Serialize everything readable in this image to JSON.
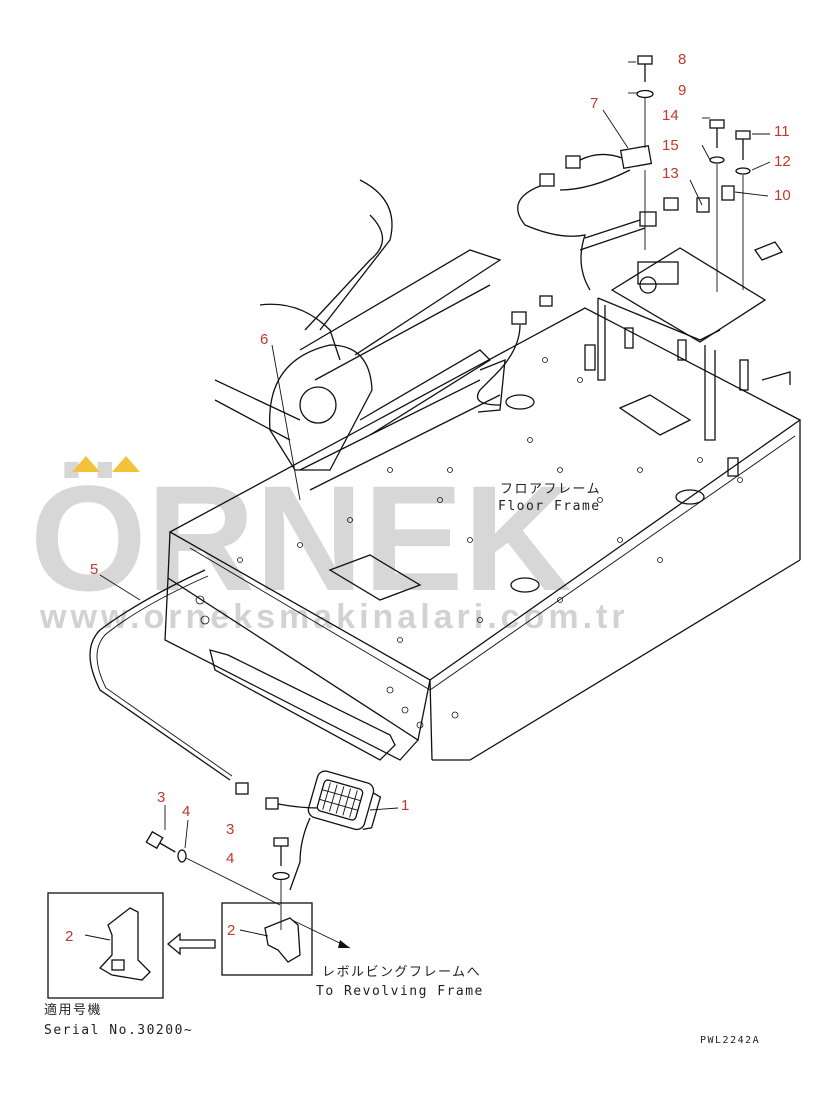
{
  "callouts": [
    {
      "num": "1"
    },
    {
      "num": "2"
    },
    {
      "num": "2"
    },
    {
      "num": "3"
    },
    {
      "num": "3"
    },
    {
      "num": "4"
    },
    {
      "num": "4"
    },
    {
      "num": "5"
    },
    {
      "num": "6"
    },
    {
      "num": "7"
    },
    {
      "num": "8"
    },
    {
      "num": "9"
    },
    {
      "num": "10"
    },
    {
      "num": "11"
    },
    {
      "num": "12"
    },
    {
      "num": "13"
    },
    {
      "num": "14"
    },
    {
      "num": "15"
    }
  ],
  "labels": {
    "floor_frame_jp": "フロアフレーム",
    "floor_frame_en": "Floor Frame",
    "revolving_jp": "レボルビングフレームへ",
    "revolving_en": "To Revolving Frame",
    "serial_jp": "適用号機",
    "serial_en": "Serial No.30200~",
    "drawing_code": "PWL2242A"
  },
  "watermark": {
    "brand": "ÖRNEK",
    "url": "www.orneksmakinalari.com.tr",
    "accent_color": "#f2c33a",
    "text_color": "#d7d7d7"
  },
  "colors": {
    "line": "#111111",
    "callout": "#c0392b",
    "background": "#ffffff"
  }
}
